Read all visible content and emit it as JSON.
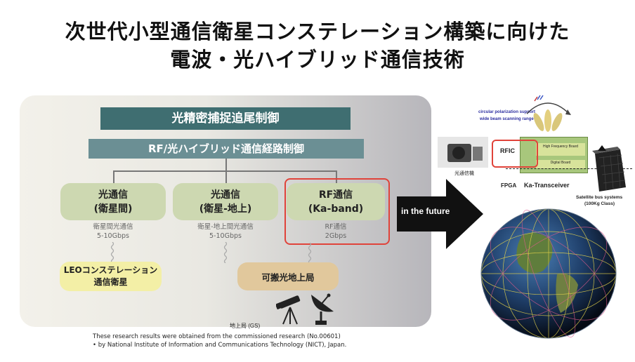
{
  "title": {
    "line1": "次世代小型通信衛星コンステレーション構築に向けた",
    "line2": "電波・光ハイブリッド通信技術"
  },
  "diagram": {
    "top_bar": "光精密捕捉追尾制御",
    "second_bar": "RF/光ハイブリッド通信経路制御",
    "node_optical_isl": {
      "line1": "光通信",
      "line2": "(衛星間)",
      "sub1": "衛星間光通信",
      "sub2": "5-10Gbps"
    },
    "node_optical_ground": {
      "line1": "光通信",
      "line2": "(衛星-地上)",
      "sub1": "衛星-地上間光通信",
      "sub2": "5-10Gbps"
    },
    "node_rf": {
      "line1": "RF通信",
      "line2": "(Ka-band)",
      "sub1": "RF通信",
      "sub2": "2Gbps"
    },
    "leo_box": {
      "line1": "LEOコンステレーション",
      "line2": "通信衛星"
    },
    "portable_box": "可搬光地上局",
    "ground_station_label": "地上局 (GS)",
    "footnote1": "These research results were obtained from the commissioned research (No.00601)",
    "footnote2": "• by National Institute of Information and Communications Technology (NICT), Japan.",
    "highlight_color": "#e0433a"
  },
  "future": {
    "arrow_label": "in the future",
    "circular_label": "circular polarization support",
    "beam_label": "wide beam scanning range",
    "rfic_label": "RFIC",
    "hf_board": "High Frequency Board",
    "digital_board": "Digital Board",
    "fpga_label": "FPGA",
    "transceiver_label": "Ka-Transceiver",
    "optical_terminal_label": "光通信機",
    "bus_label1": "Satellite bus systems",
    "bus_label2": "(100Kg Class)"
  },
  "colors": {
    "top_bar": "#3f6e71",
    "second_bar": "#6b8f94",
    "green_node": "#cdd8b1",
    "yellow_box": "#f3efa6",
    "tan_box": "#e1c89c"
  }
}
